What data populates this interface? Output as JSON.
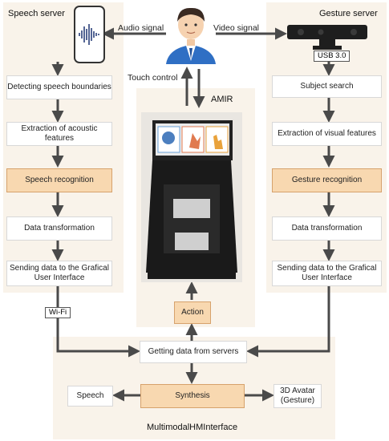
{
  "speech_server": {
    "title": "Speech server",
    "steps": [
      "Detecting speech boundaries",
      "Extraction of acoustic features",
      "Speech recognition",
      "Data transformation",
      "Sending data to the Grafical User Interface"
    ],
    "link": "Wi-Fi"
  },
  "gesture_server": {
    "title": "Gesture server",
    "link": "USB 3.0",
    "steps": [
      "Subject search",
      "Extraction of visual features",
      "Gesture recognition",
      "Data transformation",
      "Sending data to the Grafical User Interface"
    ]
  },
  "user": {
    "audio_label": "Audio signal",
    "video_label": "Video signal",
    "touch_label": "Touch control"
  },
  "robot": {
    "title": "AMIR",
    "action": "Action"
  },
  "interface": {
    "getting": "Getting data from servers",
    "synthesis": "Synthesis",
    "speech": "Speech",
    "avatar_line1": "3D Avatar",
    "avatar_line2": "(Gesture)",
    "title": "MultimodalHMInterface"
  },
  "colors": {
    "panel": "#f9f3ea",
    "highlight": "#f8d8b0",
    "arrow": "#4a4a4a"
  }
}
